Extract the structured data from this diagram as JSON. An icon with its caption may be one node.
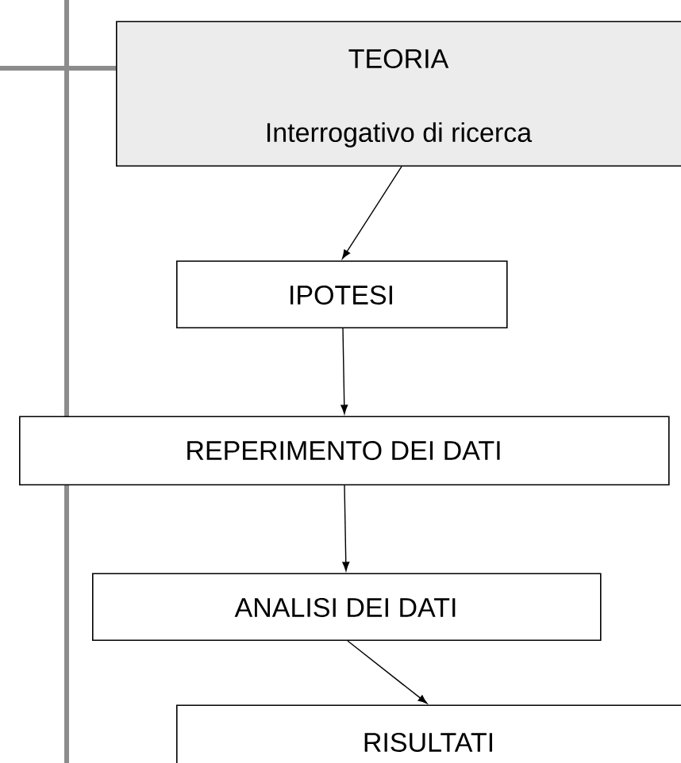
{
  "diagram": {
    "nodes": [
      {
        "text": [
          "TEORIA",
          "Interrogativo di ricerca"
        ]
      },
      {
        "text": [
          "IPOTESI"
        ]
      },
      {
        "text": [
          "REPERIMENTO DEI DATI"
        ]
      },
      {
        "text": [
          "ANALISI DEI DATI"
        ]
      },
      {
        "text": [
          "RISULTATI"
        ]
      }
    ],
    "edges": [
      {
        "from": 0,
        "to": 1,
        "arrow": "to"
      },
      {
        "from": 1,
        "to": 2,
        "arrow": "to"
      },
      {
        "from": 2,
        "to": 3,
        "arrow": "to"
      },
      {
        "from": 3,
        "to": 4,
        "arrow": "to"
      }
    ]
  }
}
